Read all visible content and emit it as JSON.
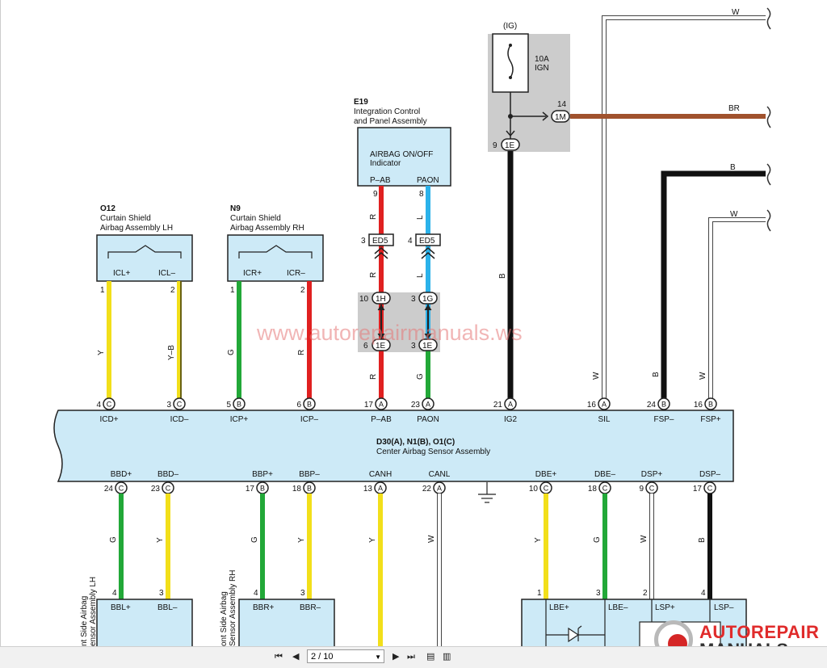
{
  "watermark": "www.autorepairmanuals.ws",
  "fuse": {
    "top_label": "(IG)",
    "rating": "10A",
    "name": "IGN"
  },
  "e19": {
    "code": "E19",
    "name1": "Integration Control",
    "name2": "and Panel Assembly",
    "inner1": "AIRBAG ON/OFF",
    "inner2": "Indicator",
    "pin_left": "P–AB",
    "pin_right": "PAON"
  },
  "o12": {
    "code": "O12",
    "name1": "Curtain Shield",
    "name2": "Airbag Assembly LH",
    "pin_left": "ICL+",
    "pin_right": "ICL–"
  },
  "n9": {
    "code": "N9",
    "name1": "Curtain Shield",
    "name2": "Airbag Assembly RH",
    "pin_left": "ICR+",
    "pin_right": "ICR–"
  },
  "center": {
    "name1": "D30(A), N1(B), O1(C)",
    "name2": "Center Airbag Sensor Assembly"
  },
  "top_pins": [
    {
      "num": "4",
      "conn": "C",
      "name": "ICD+"
    },
    {
      "num": "3",
      "conn": "C",
      "name": "ICD–"
    },
    {
      "num": "5",
      "conn": "B",
      "name": "ICP+"
    },
    {
      "num": "6",
      "conn": "B",
      "name": "ICP–"
    },
    {
      "num": "17",
      "conn": "A",
      "name": "P–AB"
    },
    {
      "num": "23",
      "conn": "A",
      "name": "PAON"
    },
    {
      "num": "21",
      "conn": "A",
      "name": "IG2"
    },
    {
      "num": "16",
      "conn": "A",
      "name": "SIL"
    },
    {
      "num": "24",
      "conn": "B",
      "name": "FSP–"
    },
    {
      "num": "16",
      "conn": "B",
      "name": "FSP+"
    }
  ],
  "bottom_pins": [
    {
      "num": "24",
      "conn": "C",
      "name": "BBD+"
    },
    {
      "num": "23",
      "conn": "C",
      "name": "BBD–"
    },
    {
      "num": "17",
      "conn": "B",
      "name": "BBP+"
    },
    {
      "num": "18",
      "conn": "B",
      "name": "BBP–"
    },
    {
      "num": "13",
      "conn": "A",
      "name": "CANH"
    },
    {
      "num": "22",
      "conn": "A",
      "name": "CANL"
    },
    {
      "num": "10",
      "conn": "C",
      "name": "DBE+"
    },
    {
      "num": "18",
      "conn": "C",
      "name": "DBE–"
    },
    {
      "num": "9",
      "conn": "C",
      "name": "DSP+"
    },
    {
      "num": "17",
      "conn": "C",
      "name": "DSP–"
    }
  ],
  "wire_colors": {
    "Y": "#f2df1a",
    "Y-B": "#f2df1a",
    "G": "#22a838",
    "R": "#e02020",
    "L": "#2bb2ea",
    "B": "#111111",
    "BR": "#a0522d",
    "W": "#ffffff"
  },
  "wire_labels": {
    "o12_left": "Y",
    "o12_right": "Y–B",
    "n9_left": "G",
    "n9_right": "R",
    "pab_upper": "R",
    "pab_mid": "R",
    "pab_lower": "R",
    "paon_upper": "L",
    "paon_mid": "L",
    "paon_lower": "G",
    "ig2": "B",
    "sil": "W",
    "fsp_minus": "B",
    "fsp_plus": "W",
    "bbd_plus": "G",
    "bbd_minus": "Y",
    "bbp_plus": "G",
    "bbp_minus": "Y",
    "canl": "W",
    "canh": "Y",
    "dbe_plus": "Y",
    "dbe_minus": "G",
    "dsp_plus": "W",
    "dsp_minus": "B",
    "right_w1": "W",
    "right_br": "BR",
    "right_b": "B",
    "right_w2": "W"
  },
  "inline": {
    "ed5_left_pin": "3",
    "ed5_right_pin": "4",
    "ed5": "ED5",
    "h1_pin": "10",
    "h1": "1H",
    "g1_pin": "3",
    "g1": "1G",
    "e1_left_pin": "6",
    "e1_right_pin": "3",
    "e1": "1E",
    "pab_pin": "9",
    "paon_pin": "8",
    "ig_e_pin": "9",
    "ig_e": "1E",
    "m1_pin": "14",
    "m1": "1M"
  },
  "sub_pins": {
    "o12_l": "1",
    "o12_r": "2",
    "n9_l": "1",
    "n9_r": "2",
    "bbl_l": "4",
    "bbl_r": "3",
    "bbr_l": "4",
    "bbr_r": "3",
    "lbe_p": "1",
    "lbe_m": "3",
    "lsp_p": "2",
    "lsp_m": "4"
  },
  "bottom_boxes": {
    "lh_label": "nt Side Airbag\nensor Assembly LH",
    "lh_label_1": "nt Side Airbag",
    "lh_label_2": "ensor Assembly LH",
    "rh_label_1": "ont Side Airbag",
    "rh_label_2": "Sensor Assembly RH",
    "bbl_p": "BBL+",
    "bbl_m": "BBL–",
    "bbr_p": "BBR+",
    "bbr_m": "BBR–",
    "lbe_p": "LBE+",
    "lbe_m": "LBE–",
    "lsp_p": "LSP+",
    "lsp_m": "LSP–"
  },
  "toolbar": {
    "page": "2 / 10"
  },
  "logo": {
    "line1": "AUTOREPAIR",
    "line2": "MANUALS.ws"
  }
}
